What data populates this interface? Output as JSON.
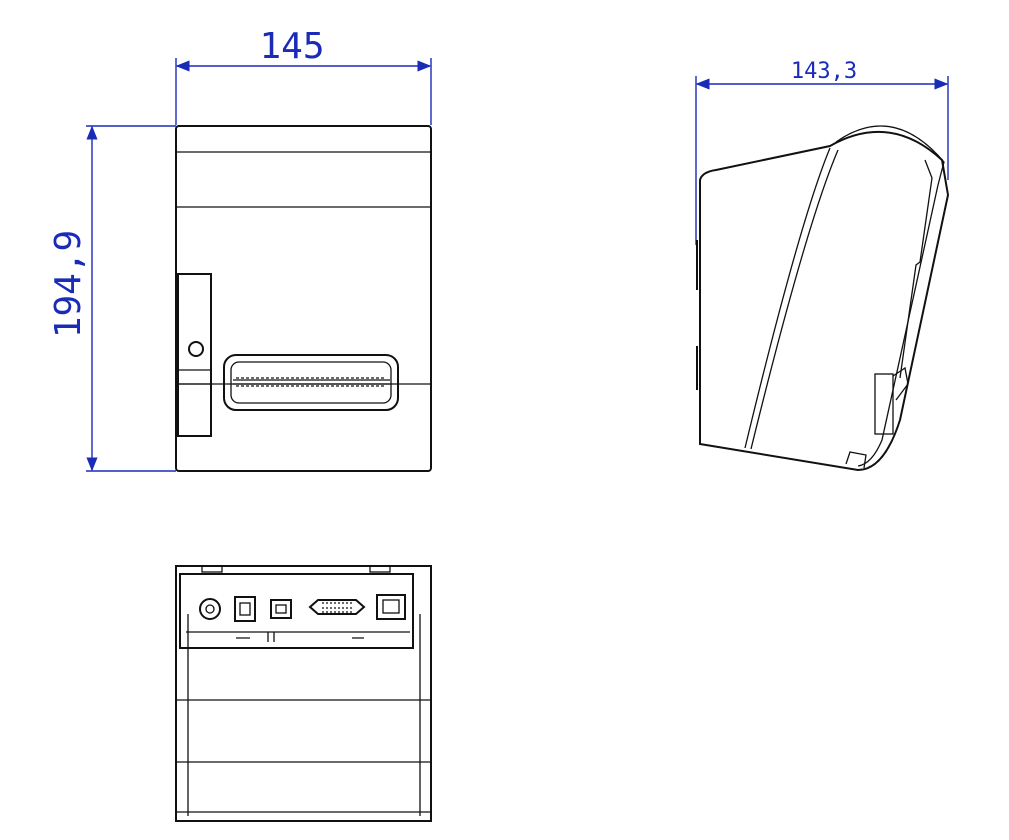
{
  "dimensions": {
    "width_front": "145",
    "height_front": "194,9",
    "depth_side": "143,3"
  },
  "colors": {
    "dimension": "#1a2bb8",
    "outline": "#111111"
  }
}
